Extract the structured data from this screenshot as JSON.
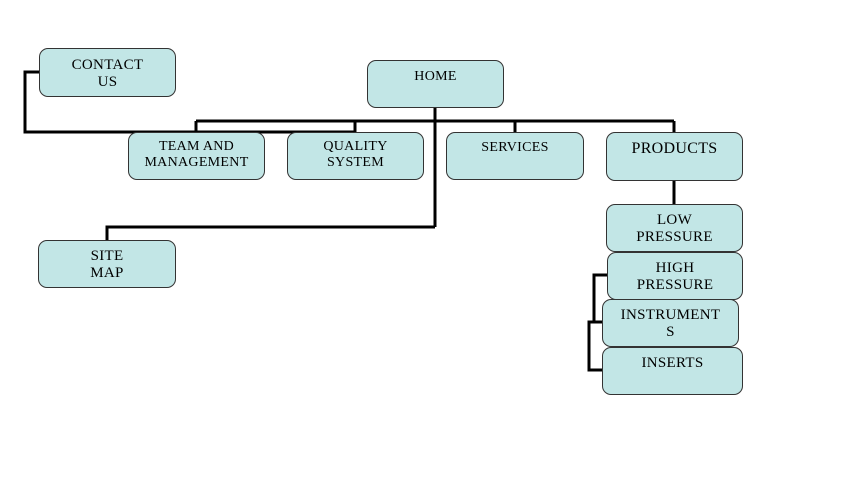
{
  "diagram": {
    "nodes": {
      "home": "HOME",
      "contact": "CONTACT\nUS",
      "team": "TEAM AND\nMANAGEMENT",
      "quality": "QUALITY\nSYSTEM",
      "services": "SERVICES",
      "products": "PRODUCTS",
      "site_map": "SITE\nMAP",
      "low_pressure": "LOW\nPRESSURE",
      "high_pressure": "HIGH\nPRESSURE",
      "instruments": "INSTRUMENT\nS",
      "inserts": "INSERTS"
    },
    "colors": {
      "box_fill": "#c2e6e6",
      "box_border": "#333333",
      "connector": "#000000"
    }
  }
}
